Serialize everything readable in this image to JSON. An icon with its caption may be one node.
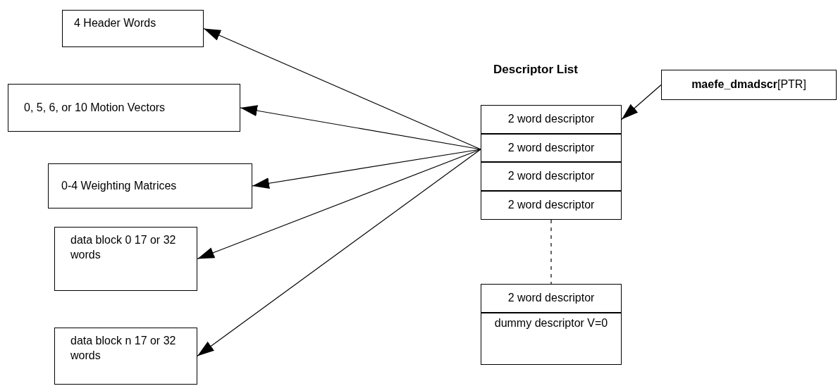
{
  "diagram": {
    "title": "Descriptor List",
    "nodes": [
      {
        "text": [
          "4 Header Words"
        ]
      },
      {
        "text": [
          "0, 5, 6, or 10 Motion Vectors"
        ]
      },
      {
        "text": [
          "0-4 Weighting Matrices"
        ]
      },
      {
        "text": [
          "data block 0 17 or 32 words"
        ]
      },
      {
        "text": [
          "data block n 17 or 32 words"
        ]
      },
      {
        "text": [
          "2 word descriptor"
        ]
      },
      {
        "text": [
          "2 word descriptor"
        ]
      },
      {
        "text": [
          "2 word descriptor"
        ]
      },
      {
        "text": [
          "2 word descriptor"
        ]
      },
      {
        "text": [
          "2 word descriptor"
        ]
      },
      {
        "text": [
          "dummy descriptor V=0"
        ]
      },
      {
        "text": [
          "**maefe_dmadscr**[PTR]"
        ]
      }
    ],
    "edges": [
      {
        "from": 6,
        "to": 0,
        "arrow": "to"
      },
      {
        "from": 6,
        "to": 1,
        "arrow": "to"
      },
      {
        "from": 6,
        "to": 2,
        "arrow": "to"
      },
      {
        "from": 6,
        "to": 3,
        "arrow": "to"
      },
      {
        "from": 6,
        "to": 4,
        "arrow": "to"
      },
      {
        "from": 11,
        "to": 5,
        "arrow": "to"
      },
      {
        "from": 8,
        "to": 9,
        "arrow": "none",
        "style": "dashed"
      }
    ]
  }
}
